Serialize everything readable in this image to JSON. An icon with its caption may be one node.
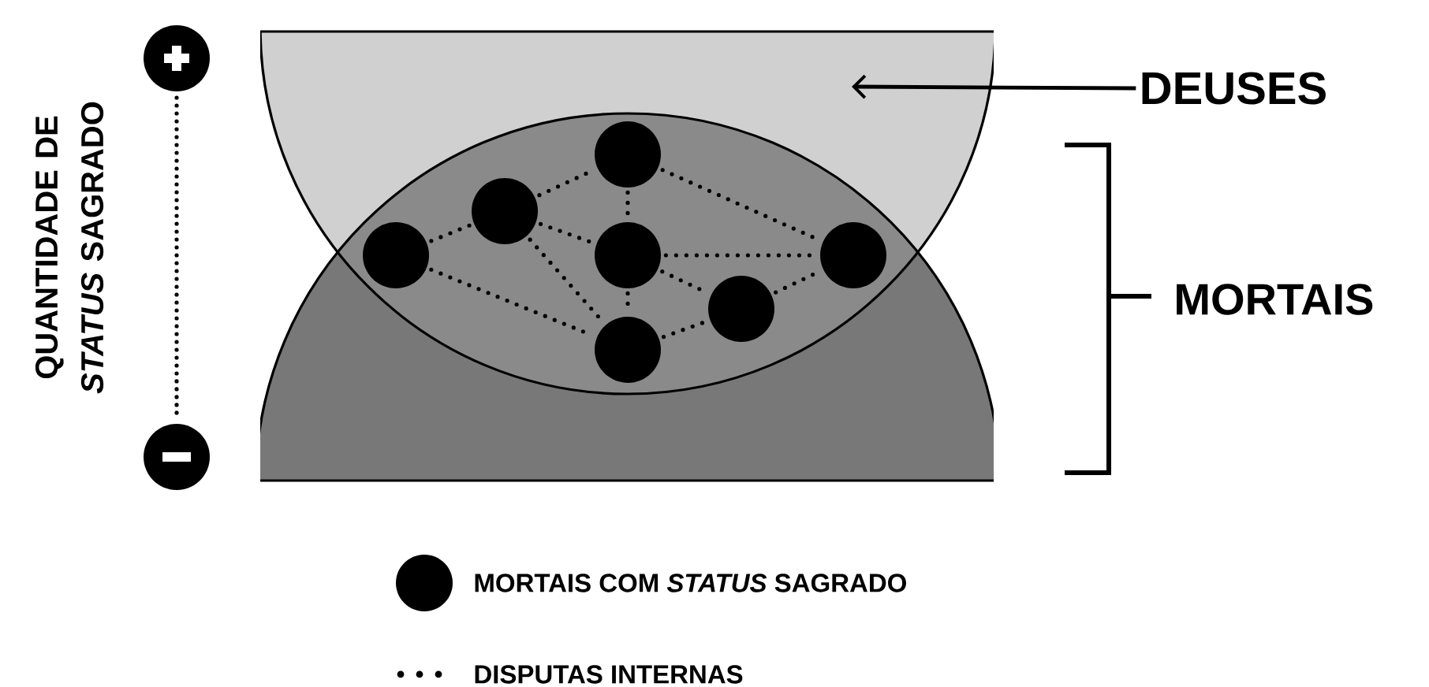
{
  "diagram": {
    "nodes": [
      {
        "text": [
          "DEUSES"
        ]
      },
      {
        "text": [],
        "shape": "circle"
      },
      {
        "text": [],
        "shape": "circle"
      },
      {
        "text": [],
        "shape": "circle"
      },
      {
        "text": [],
        "shape": "circle"
      },
      {
        "text": [],
        "shape": "circle"
      },
      {
        "text": [],
        "shape": "circle"
      },
      {
        "text": [],
        "shape": "circle"
      }
    ],
    "edges": [
      {
        "from": 0,
        "to": null,
        "arrow": "to"
      },
      {
        "from": 1,
        "to": 2,
        "arrow": "none",
        "style": "dashed"
      },
      {
        "from": 1,
        "to": 5,
        "arrow": "none",
        "style": "dashed"
      },
      {
        "from": 2,
        "to": 3,
        "arrow": "none",
        "style": "dashed"
      },
      {
        "from": 2,
        "to": 4,
        "arrow": "none",
        "style": "dashed"
      },
      {
        "from": 2,
        "to": 5,
        "arrow": "none",
        "style": "dashed"
      },
      {
        "from": 3,
        "to": 4,
        "arrow": "none",
        "style": "dashed"
      },
      {
        "from": 3,
        "to": 7,
        "arrow": "none",
        "style": "dashed"
      },
      {
        "from": 4,
        "to": 5,
        "arrow": "none",
        "style": "dashed"
      },
      {
        "from": 4,
        "to": 7,
        "arrow": "none",
        "style": "dashed"
      },
      {
        "from": 4,
        "to": 6,
        "arrow": "none",
        "style": "dashed"
      },
      {
        "from": 5,
        "to": 6,
        "arrow": "none",
        "style": "dashed"
      },
      {
        "from": 6,
        "to": 7,
        "arrow": "none",
        "style": "dashed"
      }
    ],
    "labels": [
      "QUANTIDADE DE *STATUS* SAGRADO",
      "MORTAIS"
    ],
    "legend": [
      {
        "text": "MORTAIS COM *STATUS* SAGRADO"
      },
      {
        "text": "DISPUTAS INTERNAS"
      }
    ]
  }
}
